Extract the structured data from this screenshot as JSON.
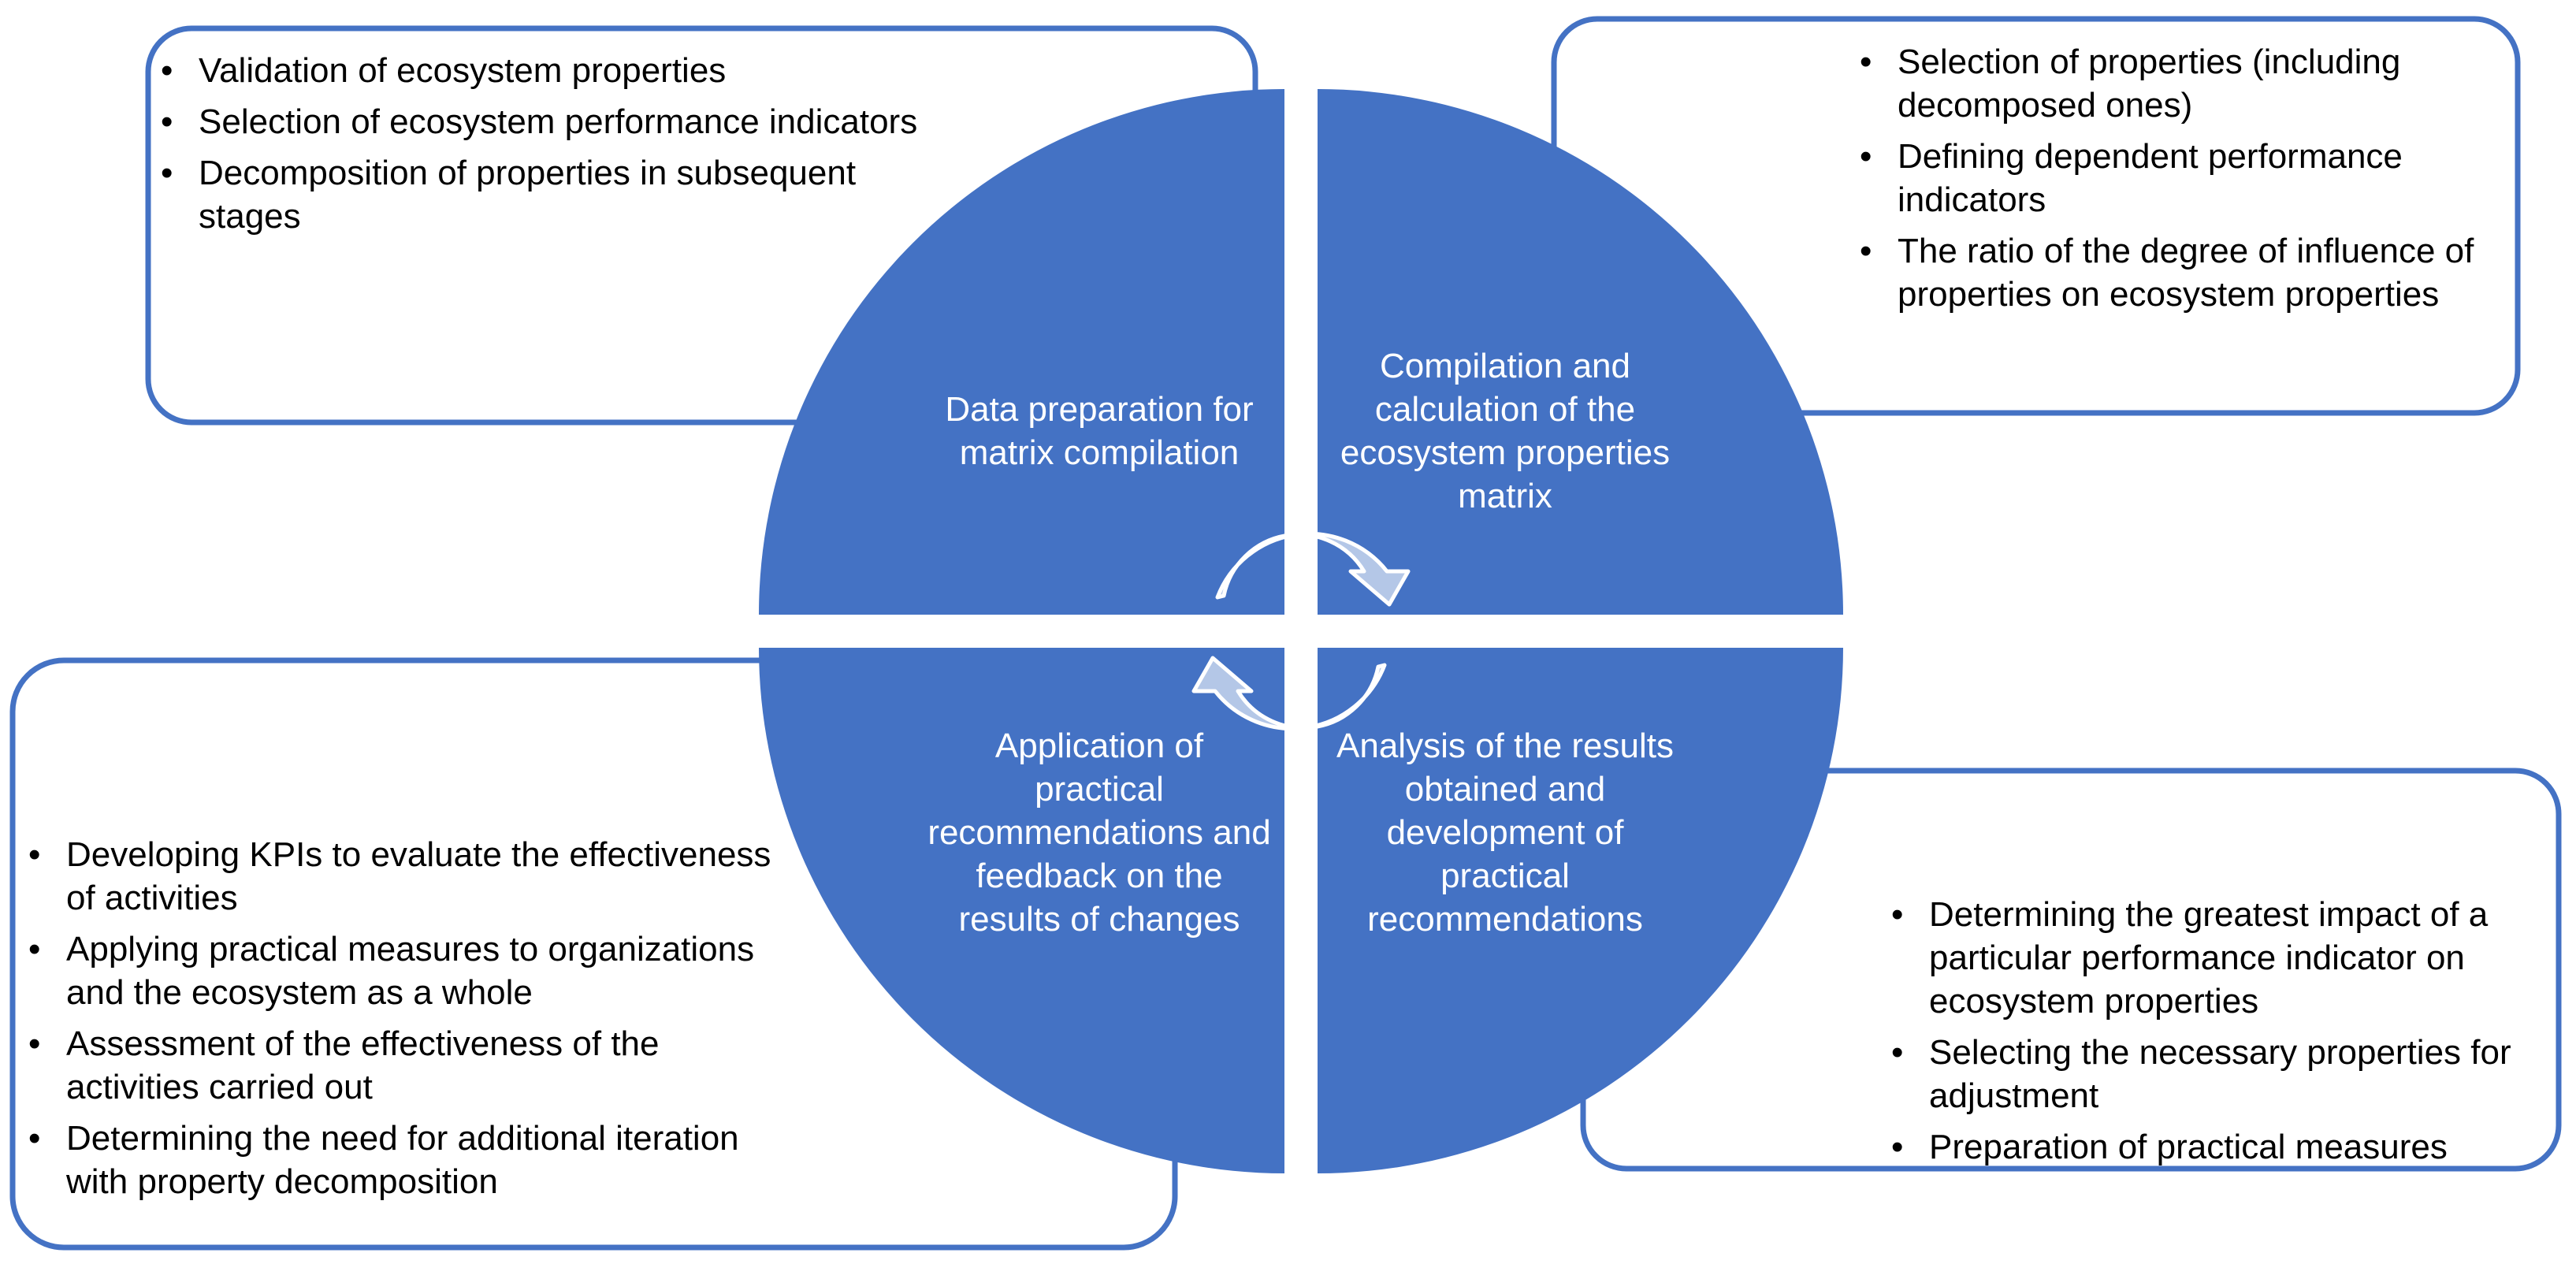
{
  "colors": {
    "quadrant_fill": "#4472C4",
    "box_stroke": "#4472C4",
    "arrow_fill": "#B4C7E7",
    "arrow_stroke": "#ffffff",
    "label_text": "#FFFFFF",
    "bullet_text": "#000000"
  },
  "quadrants": {
    "top_left": {
      "label": "Data preparation for matrix compilation"
    },
    "top_right": {
      "label": "Compilation and calculation of the ecosystem properties matrix"
    },
    "bottom_right": {
      "label": "Analysis of the results obtained and development of practical recommendations"
    },
    "bottom_left": {
      "label": "Application of practical recommendations and feedback on the results of changes"
    }
  },
  "boxes": {
    "top_left": {
      "items": [
        "Validation of ecosystem properties",
        "Selection of ecosystem performance indicators",
        "Decomposition of properties in subsequent stages"
      ]
    },
    "top_right": {
      "items": [
        "Selection of properties (including decomposed ones)",
        "Defining dependent performance indicators",
        "The ratio of the degree of influence of properties on ecosystem properties"
      ]
    },
    "bottom_left": {
      "items": [
        "Developing KPIs to evaluate the effectiveness of activities",
        "Applying practical measures to organizations and the ecosystem as a whole",
        "Assessment of the effectiveness of the activities carried out",
        "Determining the need for additional iteration with property decomposition"
      ]
    },
    "bottom_right": {
      "items": [
        "Determining the greatest impact of a particular performance indicator on ecosystem properties",
        "Selecting the necessary properties for adjustment",
        "Preparation of practical measures"
      ]
    }
  },
  "cycle_arrows": {
    "icon": "circular-arrows-icon"
  }
}
